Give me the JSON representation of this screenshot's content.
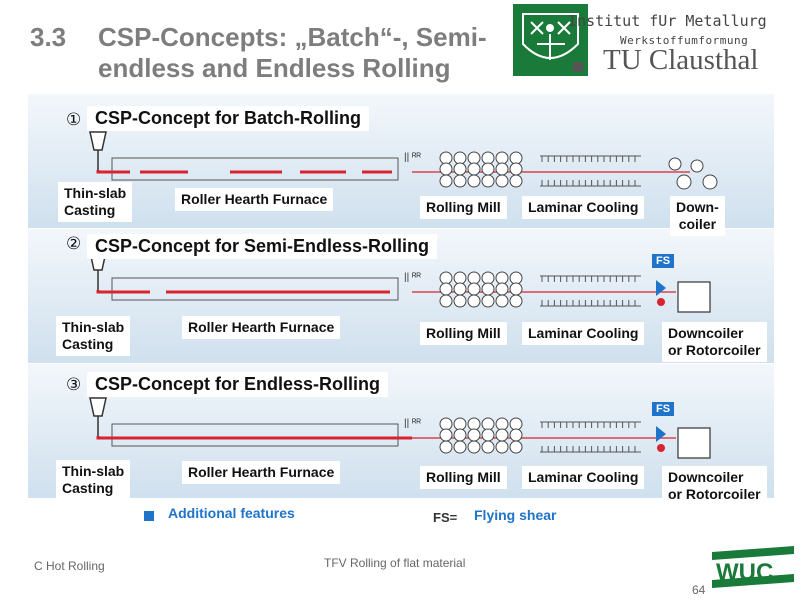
{
  "header": {
    "title_number": "3.3",
    "title_line1": "CSP-Concepts: „Batch“-, Semi-",
    "title_line2": "endless and Endless Rolling",
    "institute_line1": "Institut fUr Metallurg",
    "institute_line2": "Werkstoffumformung",
    "university": "TU Clausthal"
  },
  "concepts": [
    {
      "marker": "①",
      "title": "CSP-Concept for Batch-Rolling",
      "labels": {
        "casting": "Thin-slab\nCasting",
        "furnace": "Roller Hearth Furnace",
        "mill": "Rolling Mill",
        "cooling": "Laminar Cooling",
        "coiler": "Down-\ncoiler"
      }
    },
    {
      "marker": "②",
      "title": "CSP-Concept for Semi-Endless-Rolling",
      "fs_tag": "FS",
      "labels": {
        "casting": "Thin-slab\nCasting",
        "furnace": "Roller Hearth Furnace",
        "mill": "Rolling Mill",
        "cooling": "Laminar Cooling",
        "coiler": "Downcoiler\nor Rotorcoiler"
      }
    },
    {
      "marker": "③",
      "title": "CSP-Concept for Endless-Rolling",
      "fs_tag": "FS",
      "labels": {
        "casting": "Thin-slab\nCasting",
        "furnace": "Roller Hearth Furnace",
        "mill": "Rolling Mill",
        "cooling": "Laminar Cooling",
        "coiler": "Downcoiler\nor Rotorcoiler"
      }
    }
  ],
  "legend": {
    "additional": "Additional features",
    "fs_prefix": "FS=",
    "fs_meaning": "Flying shear"
  },
  "footer": {
    "left": "C Hot Rolling",
    "center": "TFV Rolling of flat material",
    "page": "64"
  },
  "colors": {
    "strip": "#d9232e",
    "panel_top": "#e9f1f8",
    "panel_bottom": "#c9dcec",
    "accent_blue": "#1f73c8",
    "logo_green": "#1a7a3a"
  }
}
